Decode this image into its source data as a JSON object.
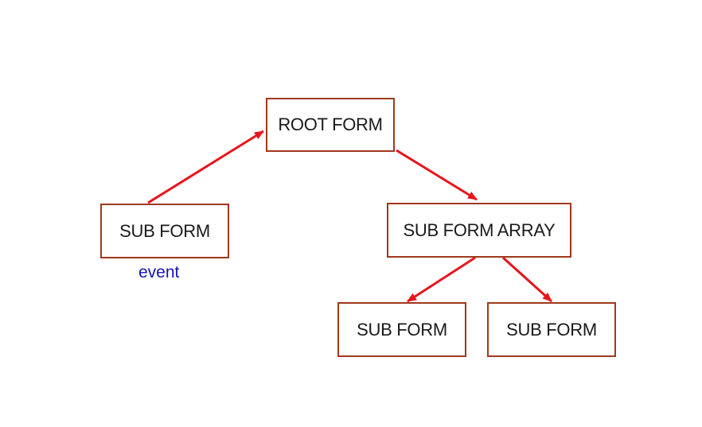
{
  "diagram": {
    "nodes": {
      "root": "ROOT FORM",
      "sub_form_left": "SUB FORM",
      "sub_form_array": "SUB FORM ARRAY",
      "sub_form_bottom_left": "SUB FORM",
      "sub_form_bottom_right": "SUB FORM"
    },
    "annotations": {
      "event": "event"
    },
    "edges": [
      {
        "from": "sub_form_left",
        "to": "root"
      },
      {
        "from": "root",
        "to": "sub_form_array"
      },
      {
        "from": "sub_form_array",
        "to": "sub_form_bottom_left"
      },
      {
        "from": "sub_form_array",
        "to": "sub_form_bottom_right"
      }
    ],
    "colors": {
      "box_border": "#a0381c",
      "arrow": "#e8141c",
      "annotation_text": "#1414b4"
    }
  }
}
